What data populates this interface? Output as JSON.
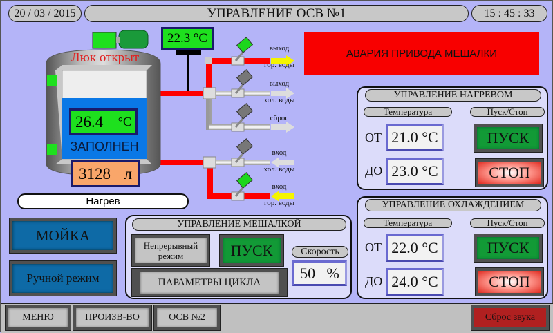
{
  "header": {
    "date": "20 / 03 / 2015",
    "title": "УПРАВЛЕНИЕ ОСВ №1",
    "time": "15 : 45 : 33"
  },
  "alarm": {
    "text": "АВАРИЯ ПРИВОДА МЕШАЛКИ",
    "color": "#f80000"
  },
  "tank": {
    "hatch_status": "Люк открыт",
    "temperature": "26.4",
    "temp_unit": "°C",
    "state": "ЗАПОЛНЕН",
    "volume": "3128",
    "volume_unit": "л",
    "fill_percent": 70
  },
  "pipe_temp": {
    "value": "22.3",
    "unit": "°C"
  },
  "valves": [
    {
      "label1": "выход",
      "label2": "гор. воды",
      "state": "open"
    },
    {
      "label1": "выход",
      "label2": "хол. воды",
      "state": "closed"
    },
    {
      "label1": "сброс",
      "label2": "",
      "state": "closed"
    },
    {
      "label1": "вход",
      "label2": "хол. воды",
      "state": "closed"
    },
    {
      "label1": "вход",
      "label2": "гор. воды",
      "state": "open"
    }
  ],
  "mode_status": "Нагрев",
  "heating": {
    "title": "УПРАВЛЕНИЕ НАГРЕВОМ",
    "temp_header": "Температура",
    "startstop_header": "Пуск/Стоп",
    "from_label": "ОТ",
    "from_value": "21.0 °C",
    "to_label": "ДО",
    "to_value": "23.0 °C",
    "start": "ПУСК",
    "stop": "СТОП"
  },
  "cooling": {
    "title": "УПРАВЛЕНИЕ ОХЛАЖДЕНИЕМ",
    "temp_header": "Температура",
    "startstop_header": "Пуск/Стоп",
    "from_label": "ОТ",
    "from_value": "22.0 °C",
    "to_label": "ДО",
    "to_value": "24.0 °C",
    "start": "ПУСК",
    "stop": "СТОП"
  },
  "left_buttons": {
    "wash": "МОЙКА",
    "manual": "Ручной режим"
  },
  "mixer": {
    "title": "УПРАВЛЕНИЕ МЕШАЛКОЙ",
    "continuous": "Непрерывный режим",
    "start": "ПУСК",
    "cycle_params": "ПАРАМЕТРЫ ЦИКЛА",
    "speed_label": "Скорость",
    "speed_value": "50",
    "speed_unit": "%"
  },
  "footer": {
    "menu": "МЕНЮ",
    "production": "ПРОИЗВ-ВО",
    "osv2": "ОСВ №2",
    "mute": "Сброс звука"
  }
}
